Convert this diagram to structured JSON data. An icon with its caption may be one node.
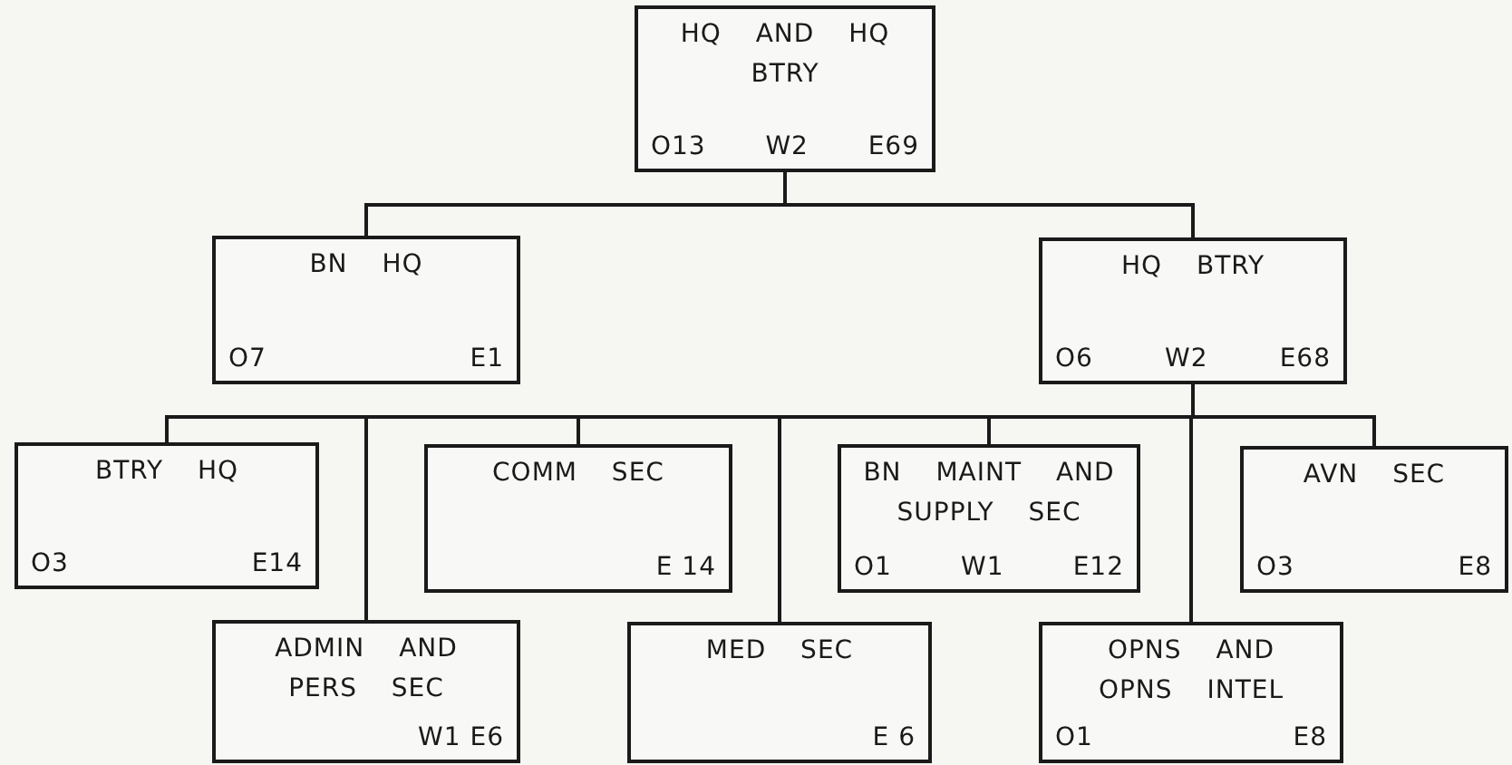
{
  "diagram": {
    "nodes": [
      {
        "text": [
          "HQ AND HQ BTRY",
          "O13 W2 E69"
        ]
      },
      {
        "text": [
          "BN HQ",
          "O7 E1"
        ]
      },
      {
        "text": [
          "HQ BTRY",
          "O6 W2 E68"
        ]
      },
      {
        "text": [
          "BTRY HQ",
          "O3 E14"
        ]
      },
      {
        "text": [
          "COMM SEC",
          "E 14"
        ]
      },
      {
        "text": [
          "BN MAINT AND SUPPLY SEC",
          "O1 W1 E12"
        ]
      },
      {
        "text": [
          "AVN SEC",
          "O3 E8"
        ]
      },
      {
        "text": [
          "ADMIN AND PERS SEC",
          "W1 E6"
        ]
      },
      {
        "text": [
          "MED SEC",
          "E 6"
        ]
      },
      {
        "text": [
          "OPNS AND OPNS INTEL",
          "O1 E8"
        ]
      }
    ],
    "edges": [
      {
        "from": 0,
        "to": 1,
        "arrow": "none"
      },
      {
        "from": 0,
        "to": 2,
        "arrow": "none"
      },
      {
        "from": 2,
        "to": 3,
        "arrow": "none"
      },
      {
        "from": 2,
        "to": 4,
        "arrow": "none"
      },
      {
        "from": 2,
        "to": 5,
        "arrow": "none"
      },
      {
        "from": 2,
        "to": 6,
        "arrow": "none"
      },
      {
        "from": 2,
        "to": 7,
        "arrow": "none"
      },
      {
        "from": 2,
        "to": 8,
        "arrow": "none"
      },
      {
        "from": 2,
        "to": 9,
        "arrow": "none"
      }
    ]
  }
}
